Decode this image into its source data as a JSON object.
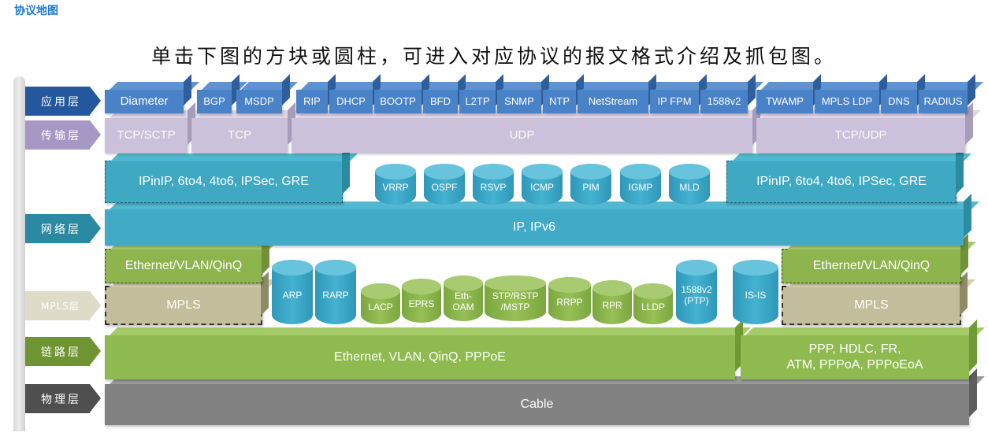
{
  "header": {
    "title": "协议地图",
    "instruction": "单击下图的方块或圆柱，可进入对应协议的报文格式介绍及抓包图。"
  },
  "layer_labels": [
    {
      "id": "application",
      "label": "应用层",
      "color": "#24579e"
    },
    {
      "id": "transport",
      "label": "传输层",
      "color": "#a797c4"
    },
    {
      "id": "network",
      "label": "网络层",
      "color": "#2b89a3"
    },
    {
      "id": "mpls",
      "label": "MPLS层",
      "color": "#dedbc9"
    },
    {
      "id": "link",
      "label": "链路层",
      "color": "#6f9432"
    },
    {
      "id": "physical",
      "label": "物理层",
      "color": "#4f4f4f"
    }
  ],
  "application": [
    "Diameter",
    "BGP",
    "MSDP",
    "RIP",
    "DHCP",
    "BOOTP",
    "BFD",
    "L2TP",
    "SNMP",
    "NTP",
    "NetStream",
    "IP FPM",
    "1588v2",
    "TWAMP",
    "MPLS LDP",
    "DNS",
    "RADIUS"
  ],
  "transport": [
    "TCP/SCTP",
    "TCP",
    "UDP",
    "TCP/UDP"
  ],
  "tunnel": {
    "left": "IPinIP,  6to4,  4to6,  IPSec,  GRE",
    "right": "IPinIP,  6to4,  4to6,  IPSec,  GRE"
  },
  "network_cylinders": [
    "VRRP",
    "OSPF",
    "RSVP",
    "ICMP",
    "PIM",
    "IGMP",
    "MLD"
  ],
  "network": "IP,   IPv6",
  "ethernet_blocks": {
    "left": "Ethernet/VLAN/QinQ",
    "right": "Ethernet/VLAN/QinQ"
  },
  "mpls_blocks": {
    "left": "MPLS",
    "right": "MPLS"
  },
  "link_cylinders_blue": [
    "ARP",
    "RARP",
    "1588v2\n(PTP)",
    "IS-IS"
  ],
  "link_cylinders_green": [
    "LACP",
    "EPRS",
    "Eth-\nOAM",
    "STP/RSTP\n/MSTP",
    "RRPP",
    "RPR",
    "LLDP"
  ],
  "link": {
    "left": "Ethernet,  VLAN,  QinQ,  PPPoE",
    "right_line1": "PPP,  HDLC,   FR,",
    "right_line2": "ATM,  PPPoA,  PPPoEoA"
  },
  "physical": "Cable"
}
